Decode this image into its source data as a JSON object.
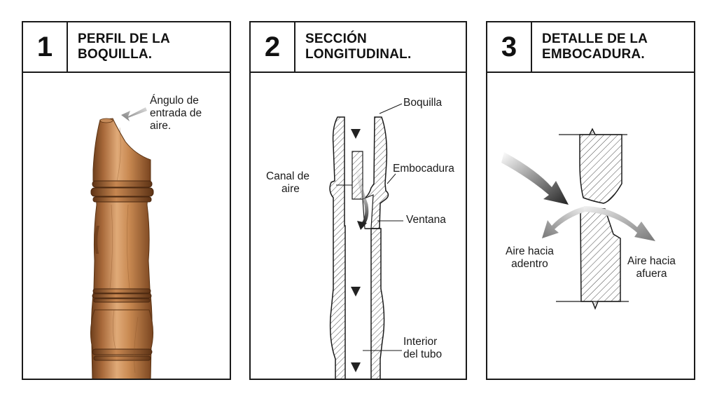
{
  "panels": [
    {
      "number": "1",
      "title_line1": "PERFIL DE LA",
      "title_line2": "BOQUILLA.",
      "annotation": [
        "Ángulo de",
        "entrada de",
        "aire."
      ]
    },
    {
      "number": "2",
      "title_line1": "SECCIÓN",
      "title_line2": "LONGITUDINAL.",
      "labels": {
        "boquilla": "Boquilla",
        "canal": [
          "Canal de",
          "aire"
        ],
        "embocadura": "Embocadura",
        "ventana": "Ventana",
        "interior": [
          "Interior",
          "del tubo"
        ]
      }
    },
    {
      "number": "3",
      "title_line1": "DETALLE DE LA",
      "title_line2": "EMBOCADURA.",
      "labels": {
        "adentro": [
          "Aire hacia",
          "adentro"
        ],
        "afuera": [
          "Aire hacia",
          "afuera"
        ]
      }
    }
  ],
  "colors": {
    "wood_light": "#d9a06e",
    "wood_mid": "#b97a45",
    "wood_dark": "#7c4a22",
    "line": "#1a1a1a"
  }
}
